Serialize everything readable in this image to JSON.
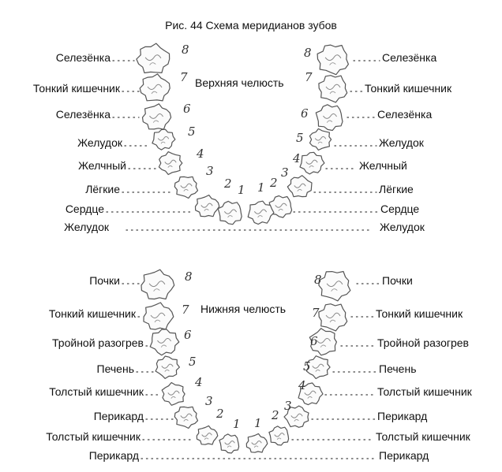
{
  "title": "Рис. 44 Схема меридианов зубов",
  "upper": {
    "label": "Верхняя челюсть",
    "left": [
      "Селезёнка",
      "Тонкий кишечник",
      "Селезёнка",
      "Желудок",
      "Желчный",
      "Лёгкие",
      "Сердце",
      "Желудок"
    ],
    "right": [
      "Селезёнка",
      "Тонкий кишечник",
      "Селезёнка",
      "Желудок",
      "Желчный",
      "Лёгкие",
      "Сердце",
      "Желудок"
    ],
    "numbers_left": [
      "8",
      "7",
      "6",
      "5",
      "4",
      "3",
      "2",
      "1"
    ],
    "numbers_right": [
      "8",
      "7",
      "6",
      "5",
      "4",
      "3",
      "2",
      "1"
    ]
  },
  "lower": {
    "label": "Нижняя челюсть",
    "left": [
      "Почки",
      "Тонкий кишечник",
      "Тройной разогрев",
      "Печень",
      "Толстый кишечник",
      "Перикард",
      "Толстый кишечник",
      "Перикард"
    ],
    "right": [
      "Почки",
      "Тонкий кишечник",
      "Тройной разогрев",
      "Печень",
      "Толстый кишечник",
      "Перикард",
      "Толстый кишечник",
      "Перикард"
    ],
    "numbers_left": [
      "8",
      "7",
      "6",
      "5",
      "4",
      "3",
      "2",
      "1"
    ],
    "numbers_right": [
      "8",
      "7",
      "6",
      "5",
      "4",
      "3",
      "2",
      "1"
    ]
  }
}
